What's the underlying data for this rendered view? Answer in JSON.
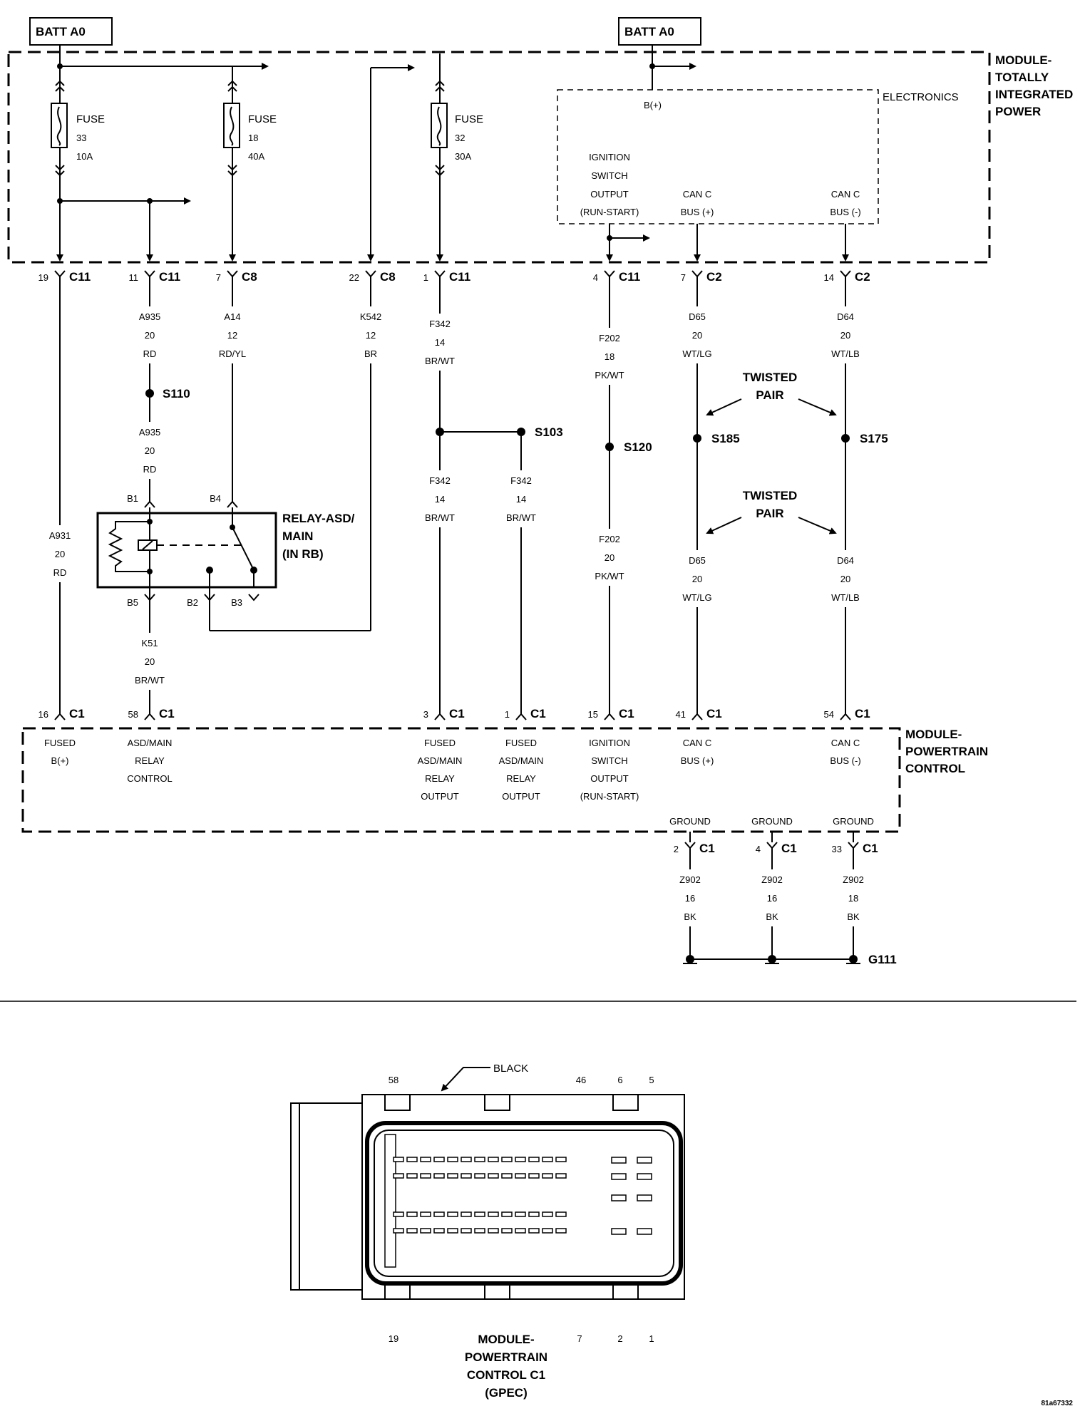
{
  "batt": {
    "left": "BATT A0",
    "right": "BATT A0"
  },
  "tipm": {
    "lines": [
      "MODULE-",
      "TOTALLY",
      "INTEGRATED",
      "POWER"
    ],
    "electronics": "ELECTRONICS",
    "bplus": "B(+)"
  },
  "fuses": [
    {
      "lines": [
        "FUSE",
        "33",
        "10A"
      ]
    },
    {
      "lines": [
        "FUSE",
        "18",
        "40A"
      ]
    },
    {
      "lines": [
        "FUSE",
        "32",
        "30A"
      ]
    }
  ],
  "tipm_outputs": {
    "ign": [
      "IGNITION",
      "SWITCH",
      "OUTPUT",
      "(RUN-START)"
    ],
    "canp": [
      "CAN C",
      "BUS (+)"
    ],
    "canm": [
      "CAN C",
      "BUS (-)"
    ]
  },
  "top_connectors": [
    {
      "pin": "19",
      "conn": "C11"
    },
    {
      "pin": "11",
      "conn": "C11"
    },
    {
      "pin": "7",
      "conn": "C8"
    },
    {
      "pin": "22",
      "conn": "C8"
    },
    {
      "pin": "1",
      "conn": "C11"
    },
    {
      "pin": "4",
      "conn": "C11"
    },
    {
      "pin": "7",
      "conn": "C2"
    },
    {
      "pin": "14",
      "conn": "C2"
    }
  ],
  "wires": {
    "a935_top": [
      "A935",
      "20",
      "RD"
    ],
    "a14": [
      "A14",
      "12",
      "RD/YL"
    ],
    "k542": [
      "K542",
      "12",
      "BR"
    ],
    "f342_top": [
      "F342",
      "14",
      "BR/WT"
    ],
    "f202_top": [
      "F202",
      "18",
      "PK/WT"
    ],
    "d65_top": [
      "D65",
      "20",
      "WT/LG"
    ],
    "d64_top": [
      "D64",
      "20",
      "WT/LB"
    ],
    "a935_mid": [
      "A935",
      "20",
      "RD"
    ],
    "a931": [
      "A931",
      "20",
      "RD"
    ],
    "f342_a": [
      "F342",
      "14",
      "BR/WT"
    ],
    "f342_b": [
      "F342",
      "14",
      "BR/WT"
    ],
    "f202_bot": [
      "F202",
      "20",
      "PK/WT"
    ],
    "d65_bot": [
      "D65",
      "20",
      "WT/LG"
    ],
    "d64_bot": [
      "D64",
      "20",
      "WT/LB"
    ],
    "k51": [
      "K51",
      "20",
      "BR/WT"
    ],
    "z902_a": [
      "Z902",
      "16",
      "BK"
    ],
    "z902_b": [
      "Z902",
      "16",
      "BK"
    ],
    "z902_c": [
      "Z902",
      "18",
      "BK"
    ]
  },
  "splices": {
    "s110": "S110",
    "s103": "S103",
    "s120": "S120",
    "s185": "S185",
    "s175": "S175"
  },
  "twisted": {
    "top": [
      "TWISTED",
      "PAIR"
    ],
    "bottom": [
      "TWISTED",
      "PAIR"
    ]
  },
  "relay": {
    "lines": [
      "RELAY-ASD/",
      "MAIN",
      "(IN RB)"
    ],
    "b1": "B1",
    "b4": "B4",
    "b5": "B5",
    "b2": "B2",
    "b3": "B3"
  },
  "bottom_connectors": [
    {
      "pin": "16",
      "conn": "C1"
    },
    {
      "pin": "58",
      "conn": "C1"
    },
    {
      "pin": "3",
      "conn": "C1"
    },
    {
      "pin": "1",
      "conn": "C1"
    },
    {
      "pin": "15",
      "conn": "C1"
    },
    {
      "pin": "41",
      "conn": "C1"
    },
    {
      "pin": "54",
      "conn": "C1"
    }
  ],
  "pcm": {
    "lines": [
      "MODULE-",
      "POWERTRAIN",
      "CONTROL"
    ],
    "fused_b": [
      "FUSED",
      "B(+)"
    ],
    "asd_ctrl": [
      "ASD/MAIN",
      "RELAY",
      "CONTROL"
    ],
    "fused_out1": [
      "FUSED",
      "ASD/MAIN",
      "RELAY",
      "OUTPUT"
    ],
    "fused_out2": [
      "FUSED",
      "ASD/MAIN",
      "RELAY",
      "OUTPUT"
    ],
    "ign": [
      "IGNITION",
      "SWITCH",
      "OUTPUT",
      "(RUN-START)"
    ],
    "canp": [
      "CAN C",
      "BUS (+)"
    ],
    "canm": [
      "CAN C",
      "BUS (-)"
    ],
    "ground": "GROUND"
  },
  "ground_connectors": [
    {
      "pin": "2",
      "conn": "C1"
    },
    {
      "pin": "4",
      "conn": "C1"
    },
    {
      "pin": "33",
      "conn": "C1"
    }
  ],
  "g111": "G111",
  "connector_view": {
    "black": "BLACK",
    "top_pins": [
      "58",
      "46",
      "6",
      "5"
    ],
    "bottom_pins": [
      "19",
      "7",
      "2",
      "1"
    ],
    "title": [
      "MODULE-",
      "POWERTRAIN",
      "CONTROL C1",
      "(GPEC)"
    ]
  },
  "drawing_id": "81a67332"
}
